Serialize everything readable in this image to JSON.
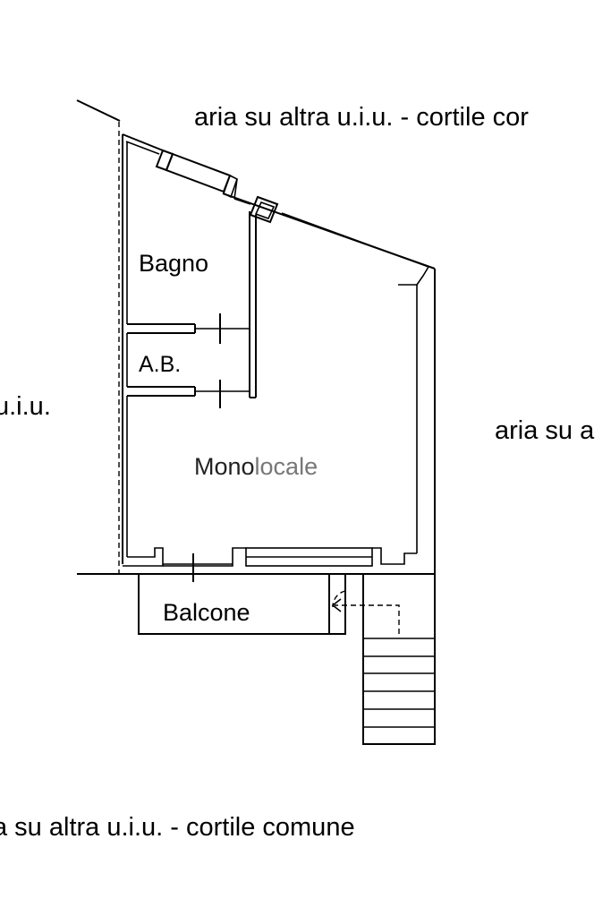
{
  "labels": {
    "top": "aria su altra u.i.u. - cortile cor",
    "left": "u.i.u.",
    "right": "aria su a",
    "bottom": "a su altra u.i.u. - cortile comune"
  },
  "rooms": {
    "bagno": "Bagno",
    "ab": "A.B.",
    "monolocale_a": "Mono",
    "monolocale_b": "locale",
    "balcone": "Balcone"
  }
}
